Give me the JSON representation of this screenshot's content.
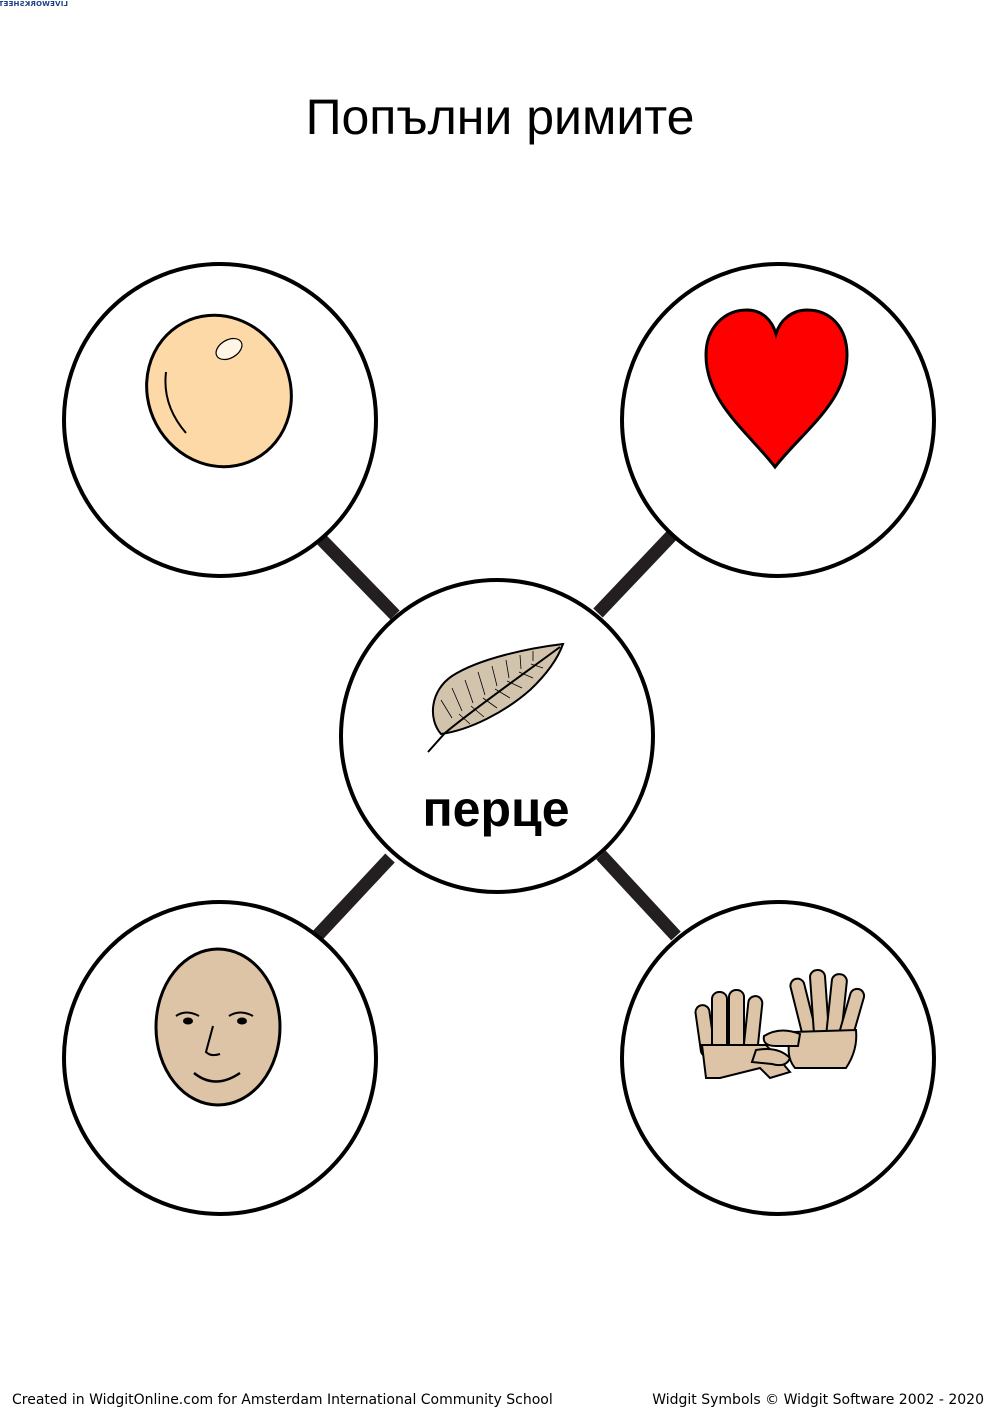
{
  "header": {
    "logo_text": "LIVEWORKSHEETS"
  },
  "title": "Попълни римите",
  "diagram": {
    "center": {
      "word": "перце",
      "icon": "feather-icon"
    },
    "nodes": [
      {
        "icon": "egg-icon"
      },
      {
        "icon": "heart-icon"
      },
      {
        "icon": "face-icon"
      },
      {
        "icon": "hands-ten-fingers-icon"
      }
    ]
  },
  "colors": {
    "heart": "#ff0000",
    "egg": "#fcd9a6",
    "skin": "#ddc4a6",
    "feather": "#d2c3ad",
    "outline": "#000000",
    "connector": "#231f20"
  },
  "footer": {
    "left": "Created in WidgitOnline.com for Amsterdam International Community School",
    "right": "Widgit Symbols © Widgit Software 2002 - 2020"
  }
}
